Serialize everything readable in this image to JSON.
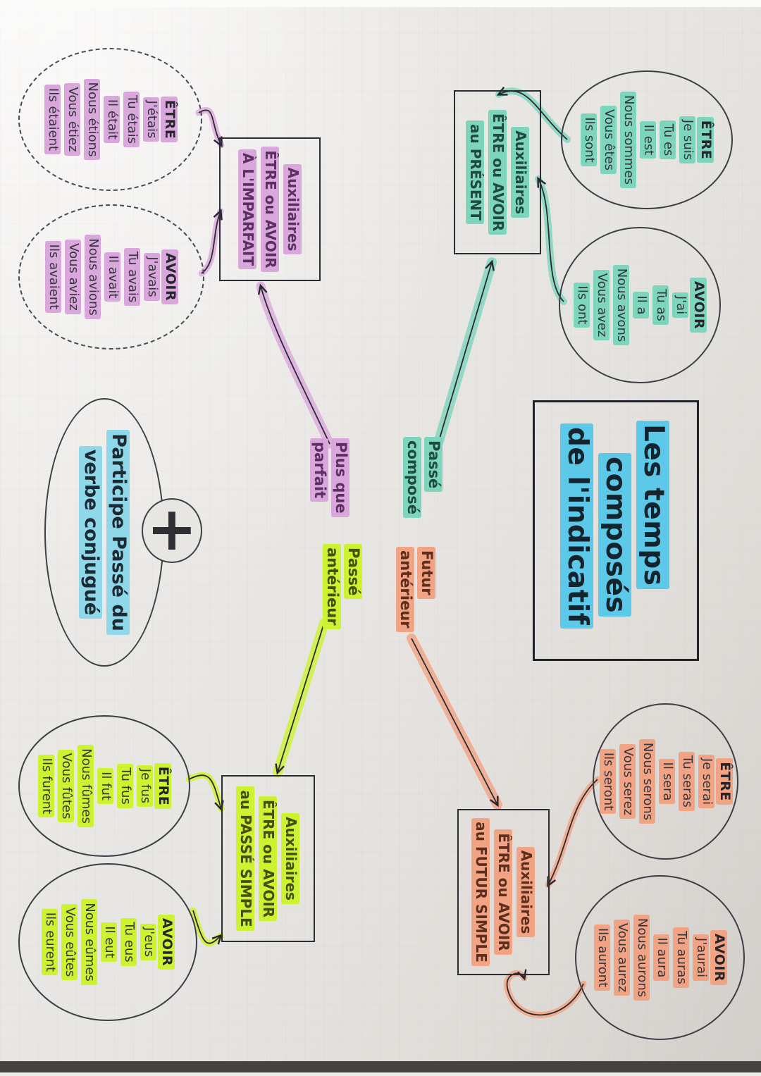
{
  "title": {
    "lines": [
      "Les temps",
      "composés",
      "de l'indicatif"
    ]
  },
  "branches": [
    {
      "name": "passe-compose",
      "label_lines": [
        "Passé",
        "composé"
      ],
      "box_lines": [
        "Auxiliaires",
        "ÊTRE ou AVOIR",
        "au PRÉSENT"
      ],
      "etre": {
        "header": "ÊTRE",
        "forms": [
          "Je suis",
          "Tu es",
          "Il est",
          "Nous sommes",
          "Vous êtes",
          "Ils sont"
        ]
      },
      "avoir": {
        "header": "AVOIR",
        "forms": [
          "J'ai",
          "Tu as",
          "Il a",
          "Nous avons",
          "Vous avez",
          "Ils ont"
        ]
      }
    },
    {
      "name": "plus-que-parfait",
      "label_lines": [
        "Plus que",
        "parfait"
      ],
      "box_lines": [
        "Auxiliaires",
        "ÊTRE ou AVOIR",
        "À L'IMPARFAIT"
      ],
      "etre": {
        "header": "ÊTRE",
        "forms": [
          "J'étais",
          "Tu étais",
          "Il était",
          "Nous étions",
          "Vous étiez",
          "Ils étaient"
        ]
      },
      "avoir": {
        "header": "AVOIR",
        "forms": [
          "J'avais",
          "Tu avais",
          "Il avait",
          "Nous avions",
          "Vous aviez",
          "Ils avaient"
        ]
      }
    },
    {
      "name": "passe-anterieur",
      "label_lines": [
        "Passé",
        "antérieur"
      ],
      "box_lines": [
        "Auxiliaires",
        "ÊTRE ou AVOIR",
        "au PASSÉ SIMPLE"
      ],
      "etre": {
        "header": "ÊTRE",
        "forms": [
          "Je fus",
          "Tu fus",
          "Il fut",
          "Nous fûmes",
          "Vous fûtes",
          "Ils furent"
        ]
      },
      "avoir": {
        "header": "AVOIR",
        "forms": [
          "J'eus",
          "Tu eus",
          "Il eut",
          "Nous eûmes",
          "Vous eûtes",
          "Ils eurent"
        ]
      }
    },
    {
      "name": "futur-anterieur",
      "label_lines": [
        "Futur",
        "antérieur"
      ],
      "box_lines": [
        "Auxiliaires",
        "ÊTRE ou AVOIR",
        "au FUTUR SIMPLE"
      ],
      "etre": {
        "header": "ÊTRE",
        "forms": [
          "Je serai",
          "Tu seras",
          "Il sera",
          "Nous serons",
          "Vous serez",
          "Ils seront"
        ]
      },
      "avoir": {
        "header": "AVOIR",
        "forms": [
          "J'aurai",
          "Tu auras",
          "Il aura",
          "Nous aurons",
          "Vous aurez",
          "Ils auront"
        ]
      }
    }
  ],
  "participle": {
    "plus_sign": "+",
    "lines": [
      "Participe Passé du",
      "verbe conjugué"
    ]
  },
  "colors": {
    "teal": "#7dd5bc",
    "teal_ink": "#1e4a40",
    "purple": "#d9a7db",
    "purple_ink": "#5c2f63",
    "chartreuse": "#cdf22f",
    "chartreuse_ink": "#454e0c",
    "orange": "#f1a383",
    "orange_ink": "#5e2e1c",
    "blue": "#5cc9e9",
    "blue_light": "#8fd8ea",
    "ink": "#26262e",
    "paper": "#e8e6e3"
  }
}
